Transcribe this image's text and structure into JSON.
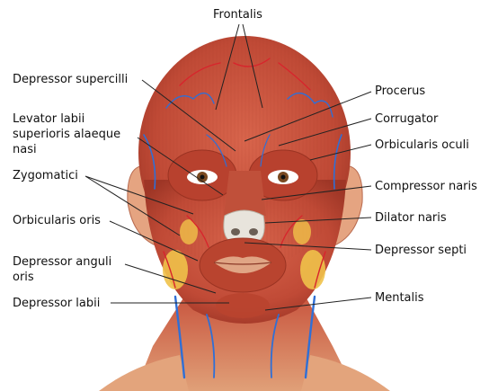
{
  "labels": {
    "frontalis": "Frontalis",
    "depressor_supercilli": "Depressor supercilli",
    "levator_line1": "Levator labii",
    "levator_line2": "superioris alaeque",
    "levator_line3": "nasi",
    "zygomatici": "Zygomatici",
    "orbicularis_oris": "Orbicularis oris",
    "depressor_anguli_line1": "Depressor anguli",
    "depressor_anguli_line2": "oris",
    "depressor_labii": "Depressor labii",
    "procerus": "Procerus",
    "corrugator": "Corrugator",
    "orbicularis_oculi": "Orbicularis oculi",
    "compressor_naris": "Compressor naris",
    "dilator_naris": "Dilator naris",
    "depressor_septi": "Depressor septi",
    "mentalis": "Mentalis"
  },
  "colors": {
    "muscle": "#c8553f",
    "muscle_dark": "#a53a2a",
    "skin": "#e9b08a",
    "fat": "#f0c24a",
    "vein": "#2f6fd6",
    "artery": "#d8242c",
    "leader": "#222222"
  }
}
